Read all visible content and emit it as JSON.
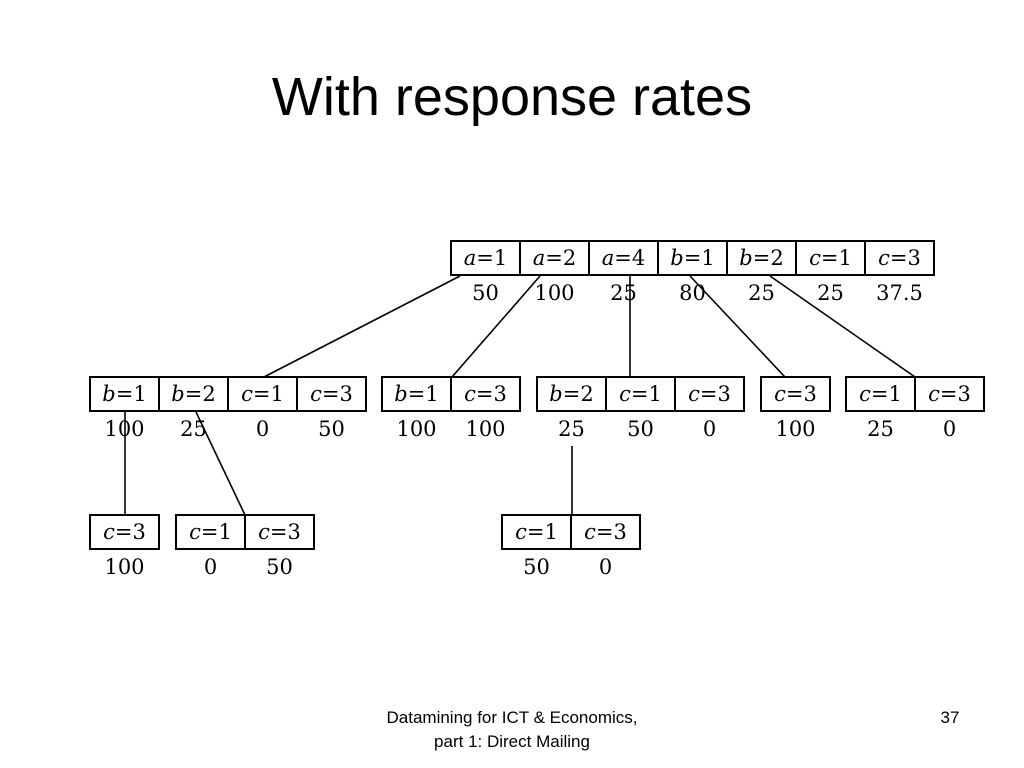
{
  "slide": {
    "title": "With response rates",
    "footer_line1": "Datamining for ICT & Economics,",
    "footer_line2": "part 1: Direct Mailing",
    "page_number": "37"
  },
  "tree": {
    "nodes": [
      {
        "id": "root",
        "cells": [
          {
            "var": "a",
            "val": "1",
            "rate": "50"
          },
          {
            "var": "a",
            "val": "2",
            "rate": "100"
          },
          {
            "var": "a",
            "val": "4",
            "rate": "25"
          },
          {
            "var": "b",
            "val": "1",
            "rate": "80"
          },
          {
            "var": "b",
            "val": "2",
            "rate": "25"
          },
          {
            "var": "c",
            "val": "1",
            "rate": "25"
          },
          {
            "var": "c",
            "val": "3",
            "rate": "37.5"
          }
        ]
      },
      {
        "id": "a1",
        "cells": [
          {
            "var": "b",
            "val": "1",
            "rate": "100"
          },
          {
            "var": "b",
            "val": "2",
            "rate": "25"
          },
          {
            "var": "c",
            "val": "1",
            "rate": "0"
          },
          {
            "var": "c",
            "val": "3",
            "rate": "50"
          }
        ]
      },
      {
        "id": "a2",
        "cells": [
          {
            "var": "b",
            "val": "1",
            "rate": "100"
          },
          {
            "var": "c",
            "val": "3",
            "rate": "100"
          }
        ]
      },
      {
        "id": "a4",
        "cells": [
          {
            "var": "b",
            "val": "2",
            "rate": "25"
          },
          {
            "var": "c",
            "val": "1",
            "rate": "50"
          },
          {
            "var": "c",
            "val": "3",
            "rate": "0"
          }
        ]
      },
      {
        "id": "b1",
        "cells": [
          {
            "var": "c",
            "val": "3",
            "rate": "100"
          }
        ]
      },
      {
        "id": "b2",
        "cells": [
          {
            "var": "c",
            "val": "1",
            "rate": "25"
          },
          {
            "var": "c",
            "val": "3",
            "rate": "0"
          }
        ]
      },
      {
        "id": "a1b1",
        "cells": [
          {
            "var": "c",
            "val": "3",
            "rate": "100"
          }
        ]
      },
      {
        "id": "a1b2",
        "cells": [
          {
            "var": "c",
            "val": "1",
            "rate": "0"
          },
          {
            "var": "c",
            "val": "3",
            "rate": "50"
          }
        ]
      },
      {
        "id": "a4b2",
        "cells": [
          {
            "var": "c",
            "val": "1",
            "rate": "50"
          },
          {
            "var": "c",
            "val": "3",
            "rate": "0"
          }
        ]
      }
    ],
    "edges": [
      {
        "from": "root",
        "cell": 0,
        "to": "a1"
      },
      {
        "from": "root",
        "cell": 1,
        "to": "a2"
      },
      {
        "from": "root",
        "cell": 2,
        "to": "a4"
      },
      {
        "from": "root",
        "cell": 3,
        "to": "b1"
      },
      {
        "from": "root",
        "cell": 4,
        "to": "b2"
      },
      {
        "from": "a1",
        "cell": 0,
        "to": "a1b1"
      },
      {
        "from": "a1",
        "cell": 1,
        "to": "a1b2"
      },
      {
        "from": "a4",
        "cell": 0,
        "to": "a4b2"
      }
    ]
  }
}
